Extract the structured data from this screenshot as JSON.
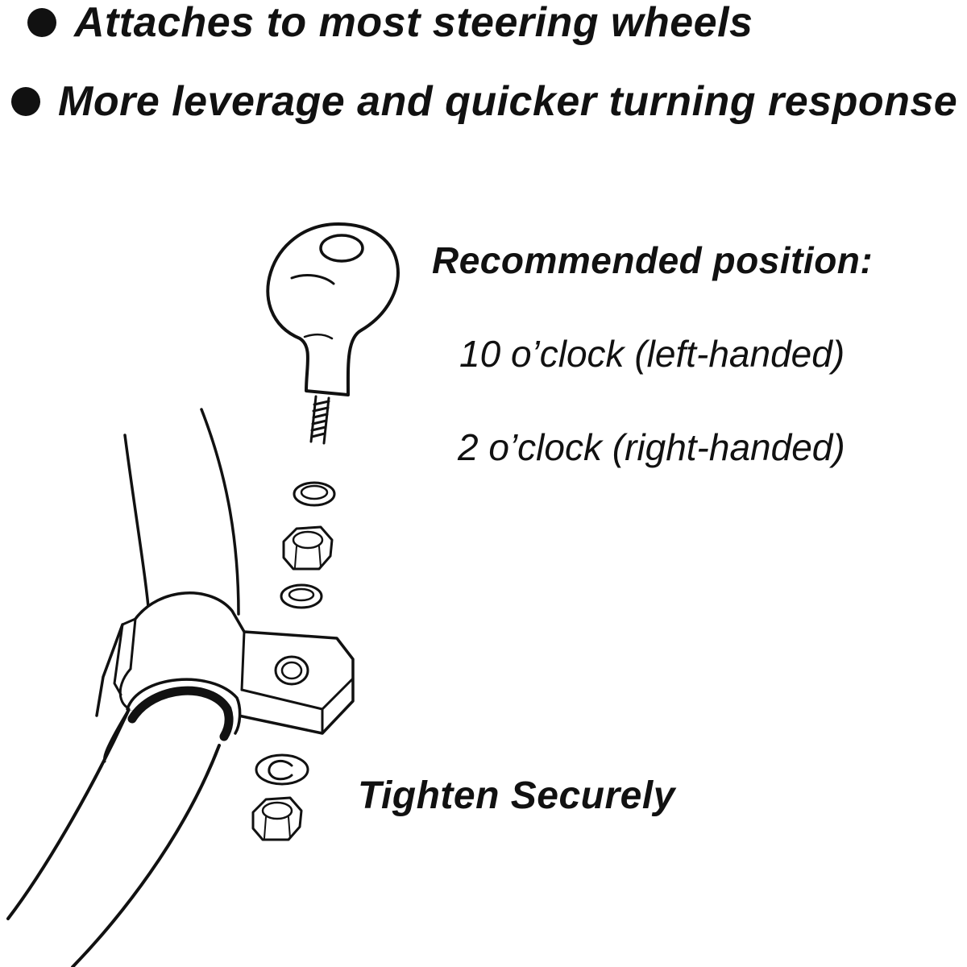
{
  "features": [
    "Attaches to most steering wheels",
    "More leverage and quicker turning response"
  ],
  "recommended": {
    "heading": "Recommended position:",
    "left_handed": "10 o’clock (left-handed)",
    "right_handed": "2 o’clock (right-handed)"
  },
  "instruction": "Tighten Securely"
}
